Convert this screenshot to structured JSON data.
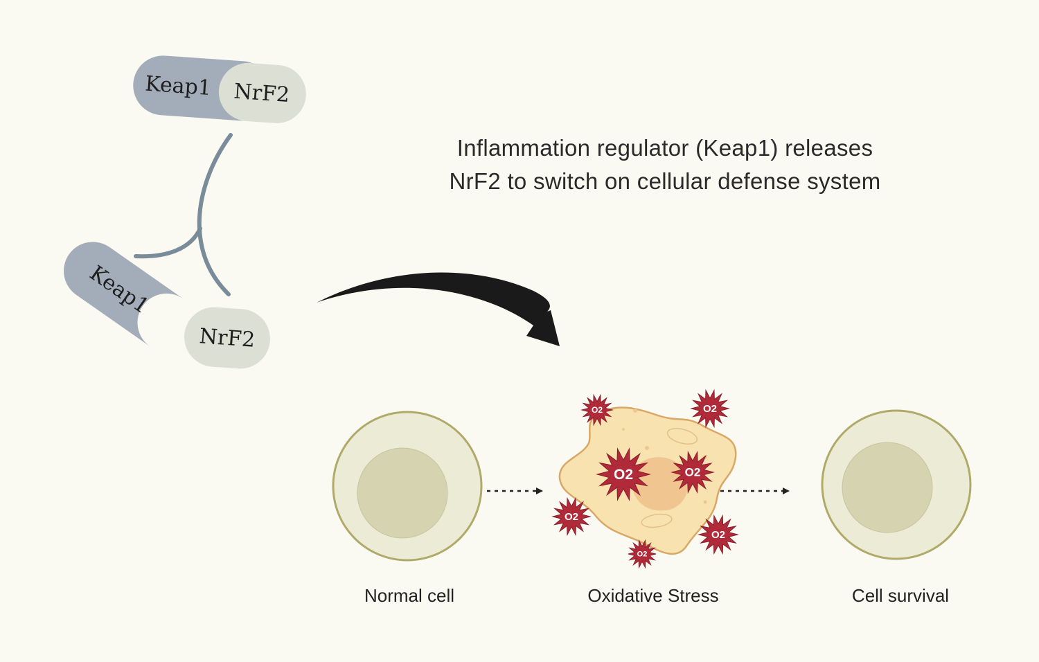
{
  "title": {
    "line1": "Inflammation regulator (Keap1) releases",
    "line2": "NrF2 to switch on cellular defense system"
  },
  "complex_bound": {
    "keap1_label": "Keap1",
    "nrf2_label": "NrF2"
  },
  "complex_released": {
    "keap1_label": "Keap1",
    "nrf2_label": "NrF2"
  },
  "stages": [
    {
      "label": "Normal cell"
    },
    {
      "label": "Oxidative Stress"
    },
    {
      "label": "Cell survival"
    }
  ],
  "ros_label": "O2",
  "colors": {
    "background": "#fbfaf2",
    "keap1": "#a3adb9",
    "nrf2": "#dcdfd3",
    "connector": "#7a8b99",
    "cell_outer_fill": "#ecebd6",
    "cell_outer_stroke": "#b0aa6a",
    "cell_nucleus": "#d6d3b0",
    "stressed_cell": "#f8e3b0",
    "stressed_cell_stroke": "#d9a866",
    "stressed_nucleus": "#f0c590",
    "ros": "#b02a3a",
    "arrow": "#1a1a1a"
  }
}
